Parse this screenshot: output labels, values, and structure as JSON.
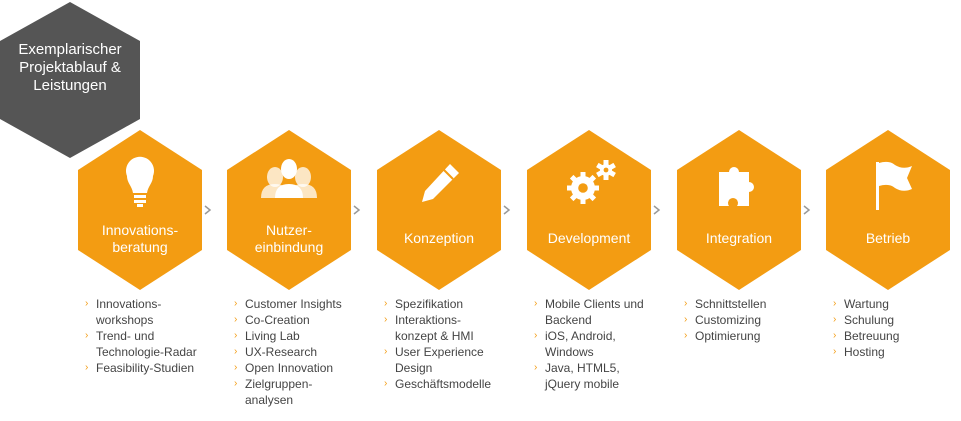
{
  "title": "Exemplarischer\nProjektablauf &\nLeistungen",
  "colors": {
    "accent": "#f39c12",
    "dark": "#555555",
    "text": "#444444"
  },
  "stages": [
    {
      "label": "Innovations-\nberatung",
      "icon": "lightbulb-icon",
      "items": [
        "Innovations-\nworkshops",
        "Trend- und\nTechnologie-Radar",
        "Feasibility-Studien"
      ]
    },
    {
      "label": "Nutzer-\neinbindung",
      "icon": "users-icon",
      "items": [
        "Customer Insights",
        "Co-Creation",
        "Living Lab",
        "UX-Research",
        "Open Innovation",
        "Zielgruppen-\nanalysen"
      ]
    },
    {
      "label": "Konzeption",
      "icon": "pencil-icon",
      "items": [
        "Spezifikation",
        "Interaktions-\nkonzept & HMI",
        "User Experience\nDesign",
        "Geschäftsmodelle"
      ]
    },
    {
      "label": "Development",
      "icon": "gears-icon",
      "items": [
        "Mobile Clients und\nBackend",
        "iOS, Android,\nWindows",
        "Java, HTML5,\njQuery mobile"
      ]
    },
    {
      "label": "Integration",
      "icon": "puzzle-icon",
      "items": [
        "Schnittstellen",
        "Customizing",
        "Optimierung"
      ]
    },
    {
      "label": "Betrieb",
      "icon": "flag-icon",
      "items": [
        "Wartung",
        "Schulung",
        "Betreuung",
        "Hosting"
      ]
    }
  ]
}
